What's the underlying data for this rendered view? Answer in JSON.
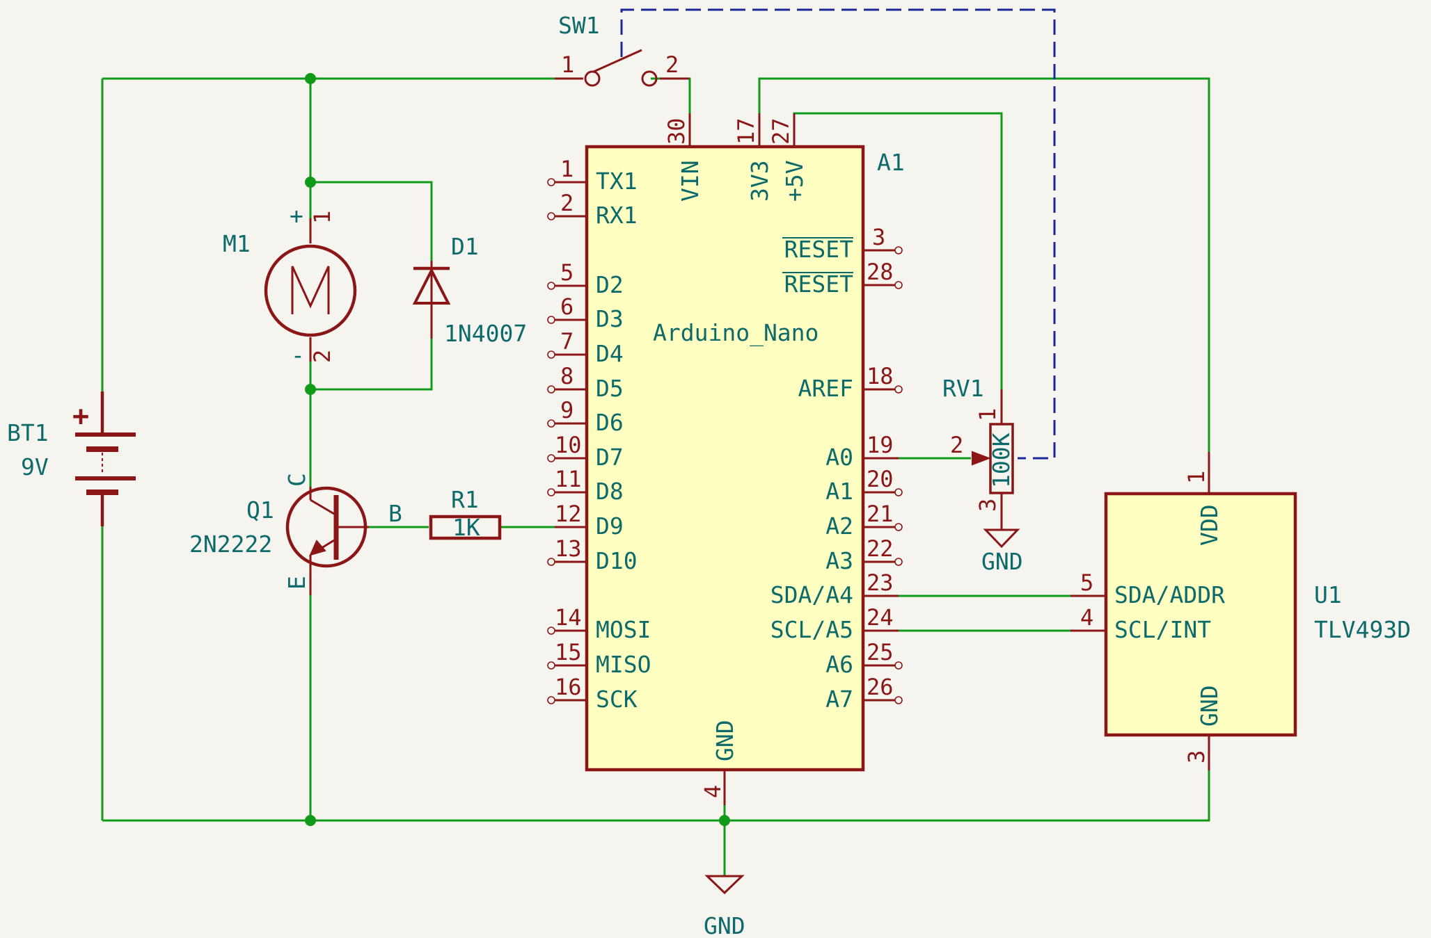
{
  "components": {
    "sw1": {
      "ref": "SW1",
      "pin1": "1",
      "pin2": "2"
    },
    "bt1": {
      "ref": "BT1",
      "value": "9V",
      "plus": "+"
    },
    "m1": {
      "ref": "M1",
      "plus": "+",
      "minus": "-",
      "pin1": "1",
      "pin2": "2",
      "glyph": "M"
    },
    "d1": {
      "ref": "D1",
      "value": "1N4007"
    },
    "q1": {
      "ref": "Q1",
      "value": "2N2222",
      "c": "C",
      "b": "B",
      "e": "E"
    },
    "r1": {
      "ref": "R1",
      "value": "1K"
    },
    "a1": {
      "ref": "A1",
      "value": "Arduino_Nano",
      "left_pins": [
        {
          "num": "1",
          "name": "TX1"
        },
        {
          "num": "2",
          "name": "RX1"
        },
        {
          "num": "5",
          "name": "D2"
        },
        {
          "num": "6",
          "name": "D3"
        },
        {
          "num": "7",
          "name": "D4"
        },
        {
          "num": "8",
          "name": "D5"
        },
        {
          "num": "9",
          "name": "D6"
        },
        {
          "num": "10",
          "name": "D7"
        },
        {
          "num": "11",
          "name": "D8"
        },
        {
          "num": "12",
          "name": "D9"
        },
        {
          "num": "13",
          "name": "D10"
        },
        {
          "num": "14",
          "name": "MOSI"
        },
        {
          "num": "15",
          "name": "MISO"
        },
        {
          "num": "16",
          "name": "SCK"
        }
      ],
      "right_pins": [
        {
          "num": "3",
          "name": "RESET"
        },
        {
          "num": "28",
          "name": "RESET"
        },
        {
          "num": "18",
          "name": "AREF"
        },
        {
          "num": "19",
          "name": "A0"
        },
        {
          "num": "20",
          "name": "A1"
        },
        {
          "num": "21",
          "name": "A2"
        },
        {
          "num": "22",
          "name": "A3"
        },
        {
          "num": "23",
          "name": "SDA/A4"
        },
        {
          "num": "24",
          "name": "SCL/A5"
        },
        {
          "num": "25",
          "name": "A6"
        },
        {
          "num": "26",
          "name": "A7"
        }
      ],
      "top_pins": [
        {
          "num": "30",
          "name": "VIN"
        },
        {
          "num": "17",
          "name": "3V3"
        },
        {
          "num": "27",
          "name": "+5V"
        }
      ],
      "bottom_pin": {
        "num": "4",
        "name": "GND"
      }
    },
    "rv1": {
      "ref": "RV1",
      "value": "100K",
      "pin1": "1",
      "pin2": "2",
      "pin3": "3"
    },
    "u1": {
      "ref": "U1",
      "value": "TLV493D",
      "vdd": {
        "num": "1",
        "name": "VDD"
      },
      "sda": {
        "num": "5",
        "name": "SDA/ADDR"
      },
      "scl": {
        "num": "4",
        "name": "SCL/INT"
      },
      "gnd": {
        "num": "3",
        "name": "GND"
      }
    }
  },
  "power": {
    "gnd_label": "GND"
  },
  "colors": {
    "wire": "#0f9a17",
    "symbol": "#8b1616",
    "body_fill": "#ffffc2",
    "text": "#0c6a6a",
    "mechanical_link": "#1a2a9c",
    "background": "#f5f4ef"
  }
}
